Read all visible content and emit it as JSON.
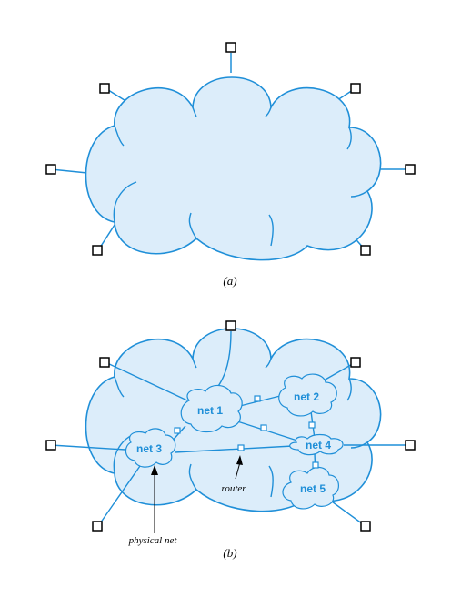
{
  "figure_a": {
    "caption": "(a)"
  },
  "figure_b": {
    "caption": "(b)",
    "nets": [
      {
        "id": "net1",
        "label": "net 1"
      },
      {
        "id": "net2",
        "label": "net 2"
      },
      {
        "id": "net3",
        "label": "net 3"
      },
      {
        "id": "net4",
        "label": "net 4"
      },
      {
        "id": "net5",
        "label": "net 5"
      }
    ],
    "annotations": {
      "router": "router",
      "physical_net": "physical net"
    }
  },
  "colors": {
    "cloud_fill": "#dcedfa",
    "cloud_stroke": "#1f8fd8",
    "line": "#1f8fd8",
    "host_box": "#000000"
  }
}
